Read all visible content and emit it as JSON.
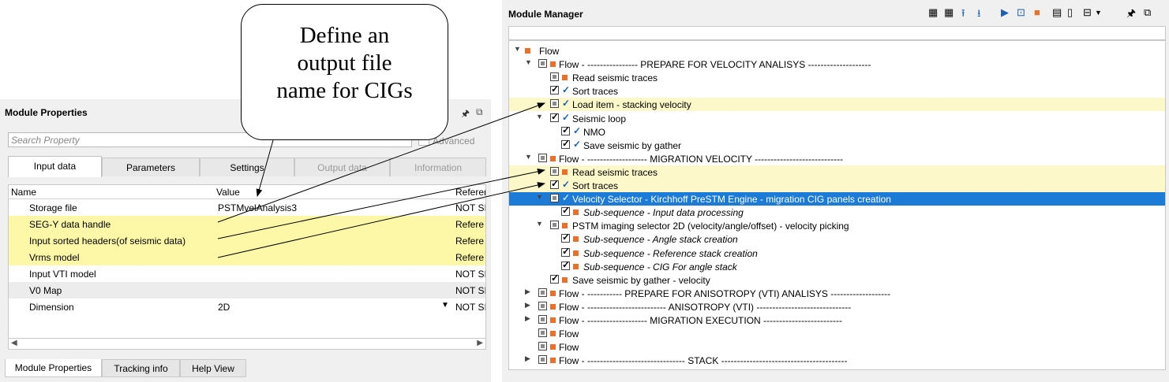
{
  "callout": {
    "line1": "Define an",
    "line2": "output file",
    "line3": "name for CIGs"
  },
  "module_properties": {
    "title": "Module Properties",
    "search_placeholder": "Search Property",
    "advanced_label": "Advanced",
    "tabs": [
      "Input data",
      "Parameters",
      "Settings",
      "Output data",
      "Information"
    ],
    "columns": [
      "Name",
      "Value",
      "Referer"
    ],
    "rows": [
      {
        "name": "Storage file",
        "value": "PSTMvelAnalysis3",
        "ref": "NOT SI"
      },
      {
        "name": "SEG-Y data handle",
        "value": "",
        "ref": "Refere"
      },
      {
        "name": "Input sorted headers(of seismic data)",
        "value": "",
        "ref": "Refere"
      },
      {
        "name": "Vrms model",
        "value": "",
        "ref": "Refere"
      },
      {
        "name": "Input VTI model",
        "value": "",
        "ref": "NOT SI"
      },
      {
        "name": "V0 Map",
        "value": "",
        "ref": "NOT SI"
      },
      {
        "name": "Dimension",
        "value": "2D",
        "ref": "NOT SI"
      }
    ],
    "bottom_tabs": [
      "Module Properties",
      "Tracking info",
      "Help View"
    ]
  },
  "module_manager": {
    "title": "Module Manager",
    "tree": [
      {
        "label": "Flow",
        "level": 0,
        "expander": "down",
        "cb": "none",
        "mark": "sq"
      },
      {
        "label": "Flow - ---------------- PREPARE FOR VELOCITY ANALISYS --------------------",
        "level": 1,
        "expander": "down",
        "cb": "part",
        "mark": "sq"
      },
      {
        "label": "Read seismic traces",
        "level": 2,
        "expander": "",
        "cb": "part",
        "mark": "sq"
      },
      {
        "label": "Sort traces",
        "level": 2,
        "expander": "",
        "cb": "chk",
        "mark": "tick"
      },
      {
        "label": "Load item - stacking velocity",
        "level": 2,
        "expander": "",
        "cb": "part",
        "mark": "tick",
        "style": "yel"
      },
      {
        "label": "Seismic loop",
        "level": 2,
        "expander": "down",
        "cb": "chk",
        "mark": "tick"
      },
      {
        "label": "NMO",
        "level": 3,
        "expander": "",
        "cb": "chk",
        "mark": "tick"
      },
      {
        "label": "Save seismic by gather",
        "level": 3,
        "expander": "",
        "cb": "chk",
        "mark": "tick"
      },
      {
        "label": "Flow - ------------------- MIGRATION   VELOCITY ----------------------------",
        "level": 1,
        "expander": "down",
        "cb": "part",
        "mark": "sq"
      },
      {
        "label": "Read seismic traces",
        "level": 2,
        "expander": "",
        "cb": "part",
        "mark": "sq",
        "style": "yel"
      },
      {
        "label": "Sort traces",
        "level": 2,
        "expander": "",
        "cb": "chk",
        "mark": "tick",
        "style": "yel"
      },
      {
        "label": "Velocity Selector - Kirchhoff PreSTM Engine - migration CIG panels creation",
        "level": 2,
        "expander": "down",
        "cb": "part",
        "mark": "tick",
        "style": "sel"
      },
      {
        "label": "Sub-sequence - Input data processing",
        "level": 3,
        "expander": "",
        "cb": "chk",
        "mark": "sq",
        "italic": true
      },
      {
        "label": "PSTM imaging selector 2D (velocity/angle/offset) - velocity picking",
        "level": 2,
        "expander": "down",
        "cb": "part",
        "mark": "sq"
      },
      {
        "label": "Sub-sequence - Angle stack creation",
        "level": 3,
        "expander": "",
        "cb": "chk",
        "mark": "sq",
        "italic": true
      },
      {
        "label": "Sub-sequence - Reference stack creation",
        "level": 3,
        "expander": "",
        "cb": "chk",
        "mark": "sq",
        "italic": true
      },
      {
        "label": "Sub-sequence - CIG For angle stack",
        "level": 3,
        "expander": "",
        "cb": "chk",
        "mark": "sq",
        "italic": true
      },
      {
        "label": "Save seismic by gather - velocity",
        "level": 2,
        "expander": "",
        "cb": "chk",
        "mark": "sq"
      },
      {
        "label": "Flow - ----------- PREPARE FOR ANISOTROPY (VTI) ANALISYS -------------------",
        "level": 1,
        "expander": "right",
        "cb": "part",
        "mark": "sq"
      },
      {
        "label": "Flow - ------------------------- ANISOTROPY (VTI) ------------------------------",
        "level": 1,
        "expander": "right",
        "cb": "part",
        "mark": "sq"
      },
      {
        "label": "Flow - ------------------- MIGRATION   EXECUTION -------------------------",
        "level": 1,
        "expander": "right",
        "cb": "part",
        "mark": "sq"
      },
      {
        "label": "Flow",
        "level": 1,
        "expander": "",
        "cb": "part",
        "mark": "sq"
      },
      {
        "label": "Flow",
        "level": 1,
        "expander": "",
        "cb": "part",
        "mark": "sq"
      },
      {
        "label": "Flow - ------------------------------- STACK ----------------------------------------",
        "level": 1,
        "expander": "right",
        "cb": "part",
        "mark": "sq"
      }
    ]
  }
}
